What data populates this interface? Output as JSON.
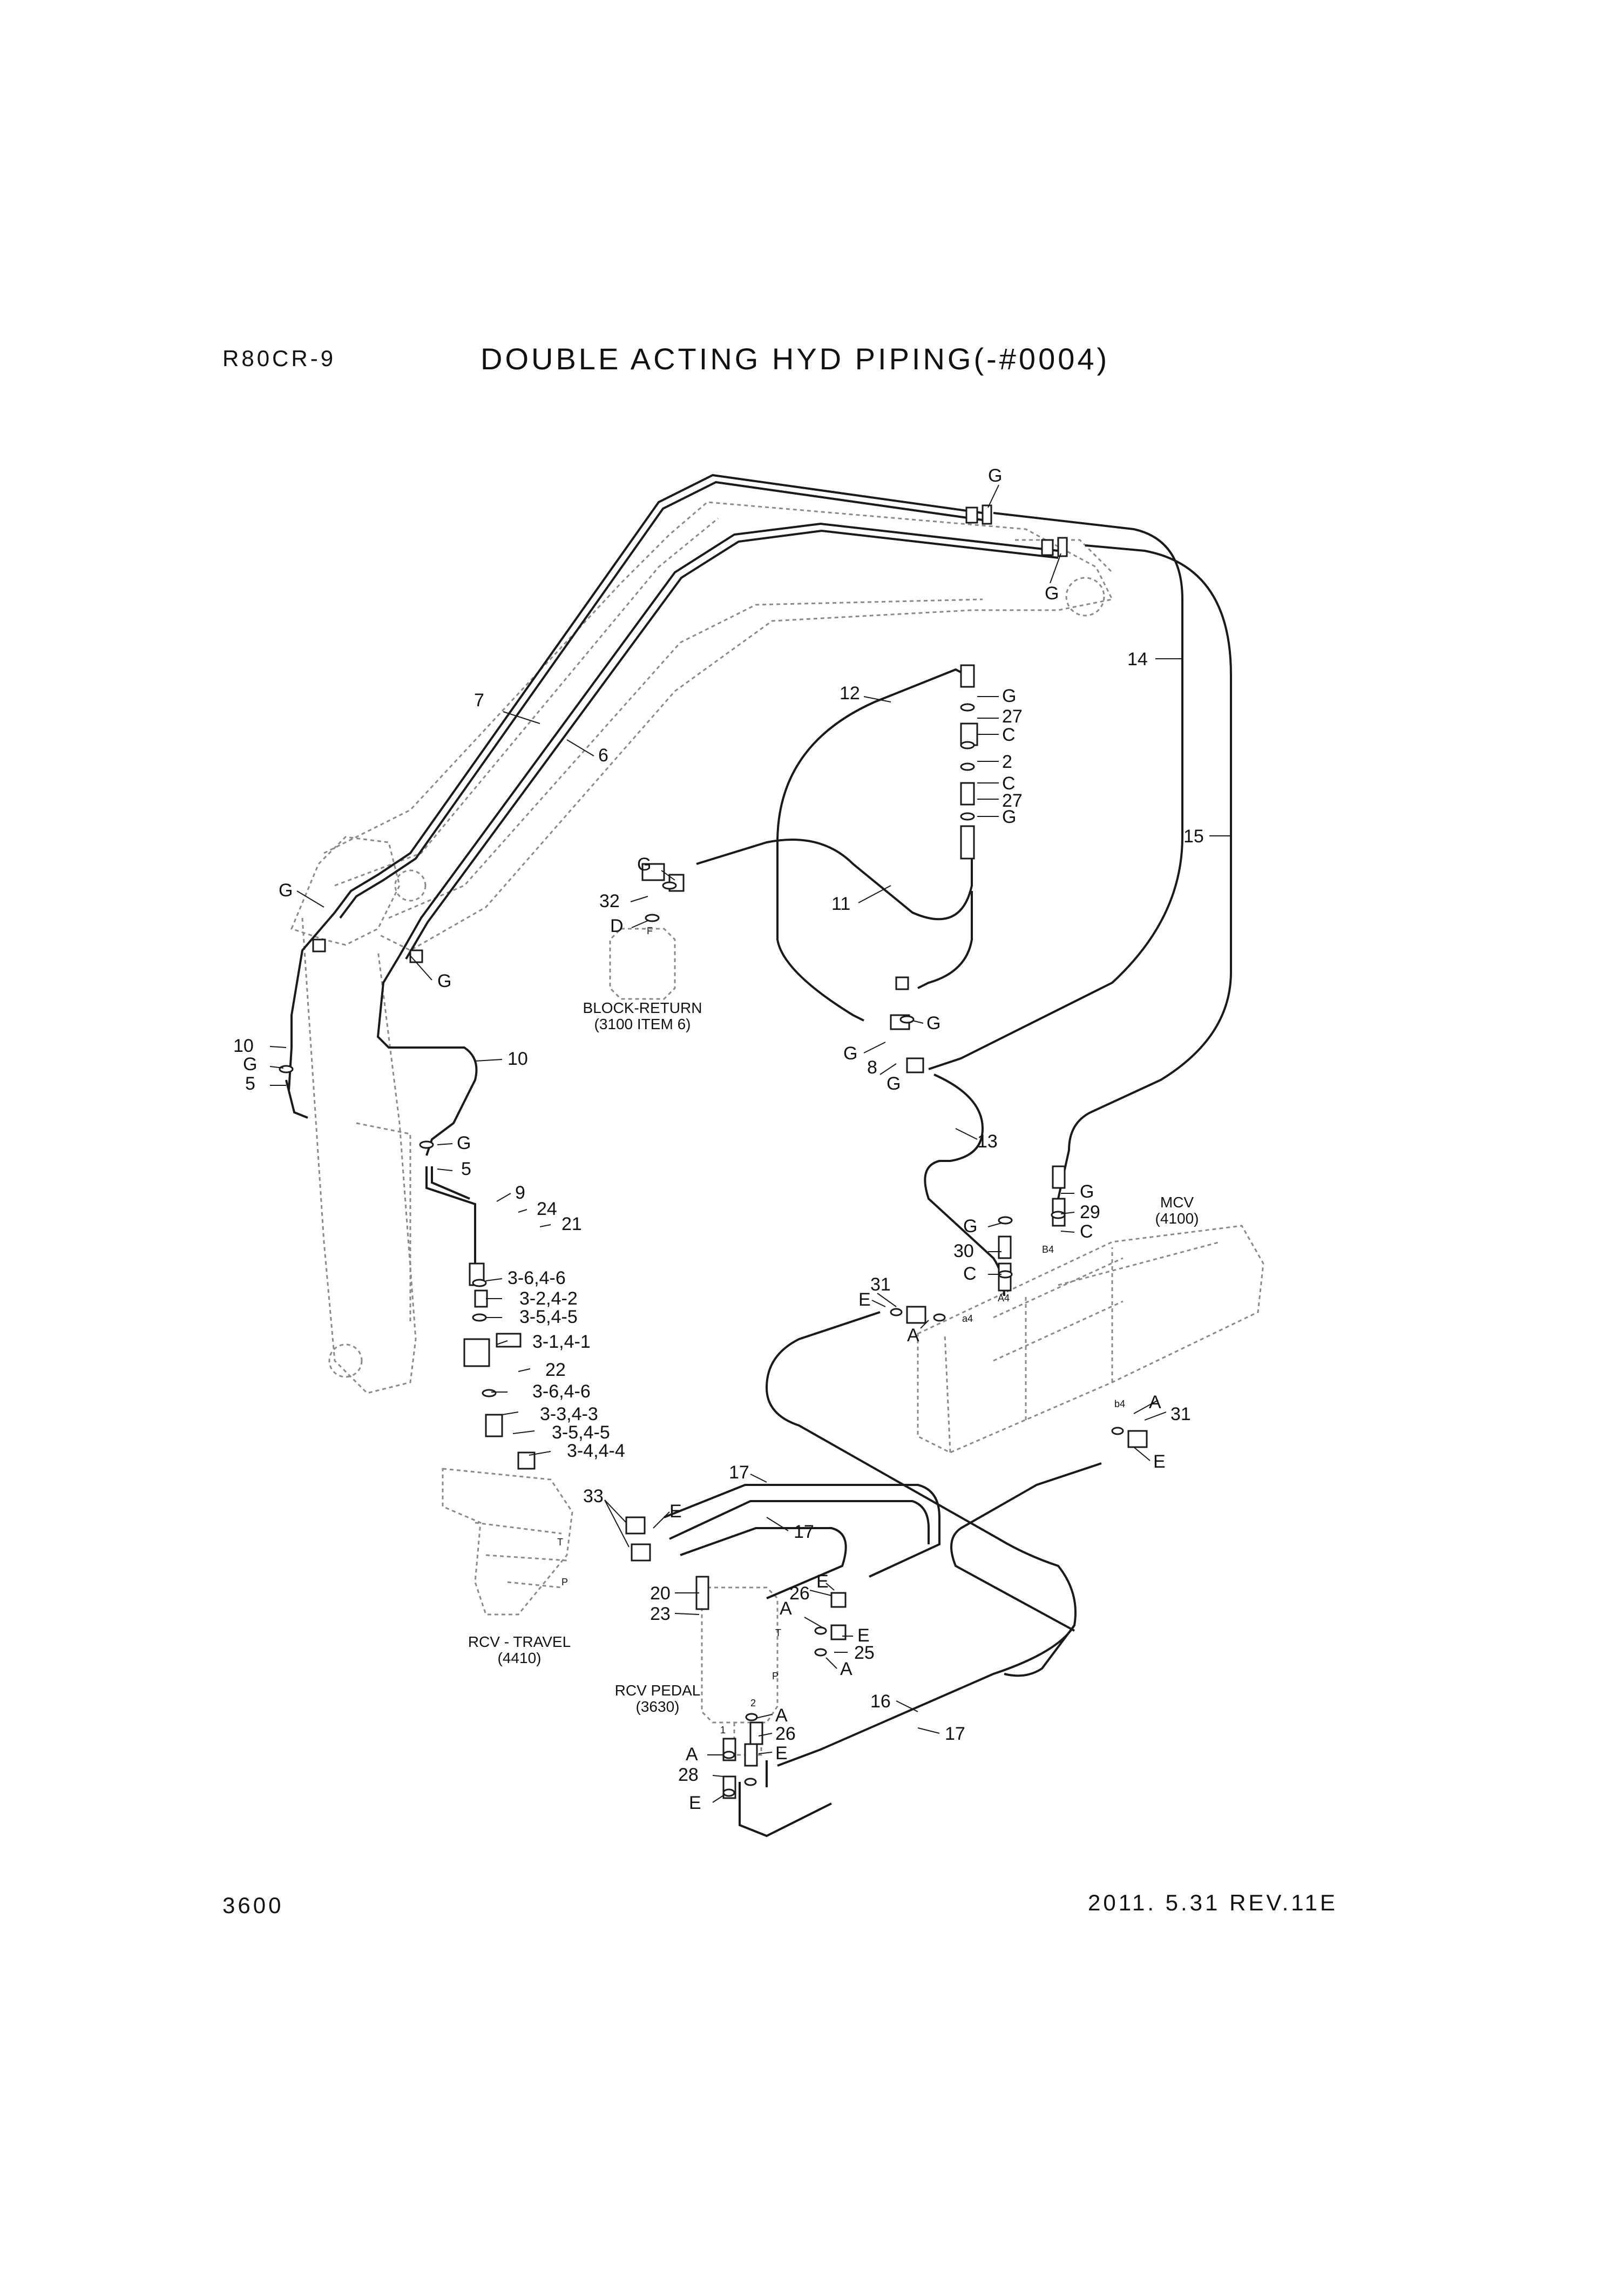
{
  "header": {
    "model": "R80CR-9",
    "title": "DOUBLE ACTING HYD PIPING(-#0004)"
  },
  "footer": {
    "page_number": "3600",
    "revision": "2011. 5.31  REV.11E"
  },
  "components": {
    "block_return": {
      "name": "BLOCK-RETURN",
      "ref": "(3100 ITEM 6)",
      "port": "F"
    },
    "mcv": {
      "name": "MCV",
      "ref": "(4100)",
      "ports": [
        "B4",
        "A4",
        "a4",
        "b4"
      ]
    },
    "rcv_travel": {
      "name": "RCV - TRAVEL",
      "ref": "(4410)",
      "ports": [
        "T",
        "P"
      ]
    },
    "rcv_pedal": {
      "name": "RCV PEDAL",
      "ref": "(3630)",
      "ports": [
        "T",
        "P",
        "1",
        "2"
      ]
    }
  },
  "callouts": {
    "top_g1": "G",
    "top_g2": "G",
    "c7": "7",
    "c6": "6",
    "c14": "14",
    "c15": "15",
    "c12": "12",
    "c11": "11",
    "c13": "13",
    "v_g1": "G",
    "v_27a": "27",
    "v_ca": "C",
    "v_2": "2",
    "v_cb": "C",
    "v_27b": "27",
    "v_g2": "G",
    "b_g": "G",
    "b_32": "32",
    "b_d": "D",
    "l_g1": "G",
    "l_g2": "G",
    "l_10a": "10",
    "l_g3": "G",
    "l_5a": "5",
    "l_10b": "10",
    "l_g4": "G",
    "l_5b": "5",
    "l_9": "9",
    "l_24": "24",
    "l_21": "21",
    "s_1": "3-6,4-6",
    "s_2": "3-2,4-2",
    "s_3": "3-5,4-5",
    "s_4": "3-1,4-1",
    "s_22": "22",
    "s_5": "3-6,4-6",
    "s_6": "3-3,4-3",
    "s_7": "3-5,4-5",
    "s_8": "3-4,4-4",
    "t_g1": "G",
    "t_g2": "G",
    "t_8": "8",
    "t_g3": "G",
    "m_g": "G",
    "m_29": "29",
    "m_c1": "C",
    "m_g2": "G",
    "m_30": "30",
    "m_c2": "C",
    "r_31a": "31",
    "r_ea": "E",
    "r_aa": "A",
    "r_ab": "A",
    "r_31b": "31",
    "r_eb": "E",
    "p_17a": "17",
    "p_33": "33",
    "p_e": "E",
    "p_17b": "17",
    "p_20": "20",
    "p_23": "23",
    "p_26a": "26",
    "p_ea": "E",
    "p_aa": "A",
    "p_eb": "E",
    "p_25": "25",
    "p_ab": "A",
    "p_16": "16",
    "p_17c": "17",
    "p_ac": "A",
    "p_26b": "26",
    "p_ad": "A",
    "p_ec": "E",
    "p_28": "28",
    "p_ed": "E"
  }
}
